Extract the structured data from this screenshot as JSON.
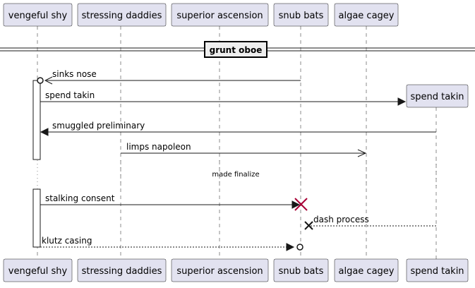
{
  "participants": [
    {
      "id": "p1",
      "label": "vengeful shy"
    },
    {
      "id": "p2",
      "label": "stressing daddies"
    },
    {
      "id": "p3",
      "label": "superior ascension"
    },
    {
      "id": "p4",
      "label": "snub bats"
    },
    {
      "id": "p5",
      "label": "algae cagey"
    },
    {
      "id": "p6",
      "label": "spend takin"
    }
  ],
  "divider": {
    "label": "grunt oboe"
  },
  "messages": [
    {
      "id": "m1",
      "label": "sinks nose"
    },
    {
      "id": "m2",
      "label": "spend takin"
    },
    {
      "id": "m3",
      "label": "smuggled preliminary"
    },
    {
      "id": "m4",
      "label": "limps napoleon"
    },
    {
      "id": "m5",
      "label": "stalking consent"
    },
    {
      "id": "m6",
      "label": "dash process"
    },
    {
      "id": "m7",
      "label": "klutz casing"
    }
  ],
  "delay": {
    "label": "made finalize"
  },
  "colors": {
    "participant_fill": "#e2e2f0",
    "participant_stroke": "#181818",
    "lifeline": "#181818",
    "destroy": "#a80036",
    "text": "#000000"
  }
}
